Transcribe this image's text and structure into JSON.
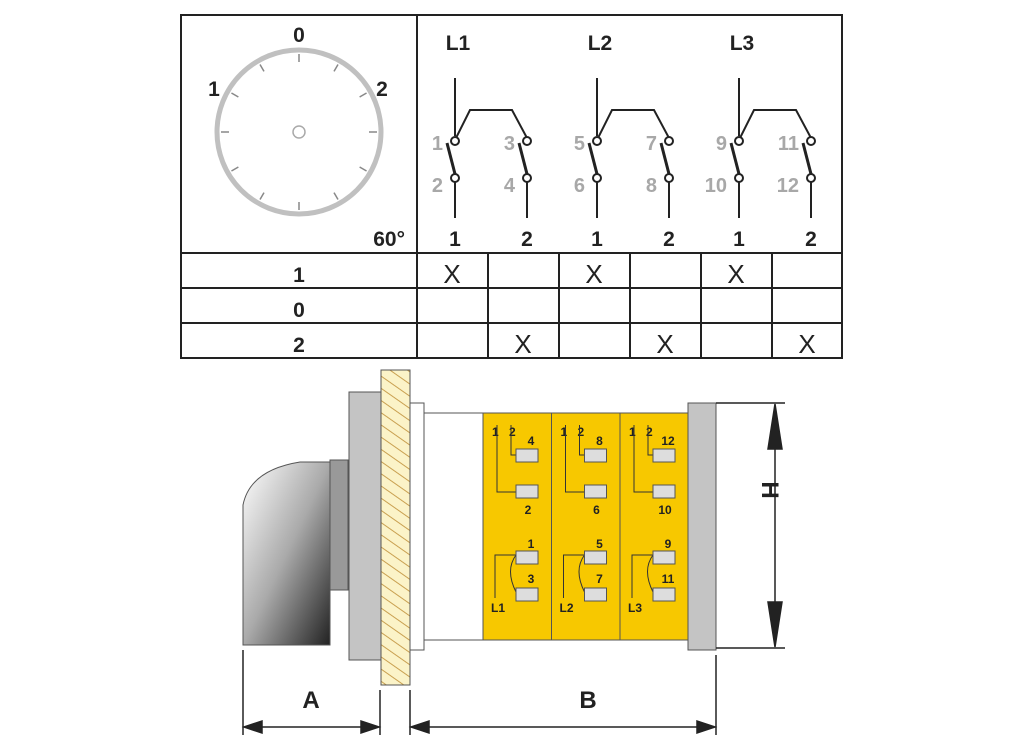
{
  "dial": {
    "pos_0": "0",
    "pos_1": "1",
    "pos_2": "2",
    "angle": "60°"
  },
  "phases": [
    {
      "label": "L1",
      "contacts": [
        "1",
        "2",
        "3",
        "4"
      ],
      "outputs": [
        "1",
        "2"
      ]
    },
    {
      "label": "L2",
      "contacts": [
        "5",
        "6",
        "7",
        "8"
      ],
      "outputs": [
        "1",
        "2"
      ]
    },
    {
      "label": "L3",
      "contacts": [
        "9",
        "10",
        "11",
        "12"
      ],
      "outputs": [
        "1",
        "2"
      ]
    }
  ],
  "rows": [
    {
      "position": "1",
      "cells": [
        "X",
        "",
        "X",
        "",
        "X",
        ""
      ]
    },
    {
      "position": "0",
      "cells": [
        "",
        "",
        "",
        "",
        "",
        ""
      ]
    },
    {
      "position": "2",
      "cells": [
        "",
        "X",
        "",
        "X",
        "",
        "X"
      ]
    }
  ],
  "modules": [
    {
      "line": "L1",
      "top": [
        "1",
        "2",
        "4",
        "2"
      ],
      "bottom": [
        "1",
        "3"
      ]
    },
    {
      "line": "L2",
      "top": [
        "1",
        "2",
        "8",
        "6"
      ],
      "bottom": [
        "5",
        "7"
      ]
    },
    {
      "line": "L3",
      "top": [
        "1",
        "2",
        "12",
        "10"
      ],
      "bottom": [
        "9",
        "11"
      ]
    }
  ],
  "dimensions": {
    "a": "A",
    "b": "B",
    "h": "H"
  },
  "colors": {
    "module": "#f7c800",
    "plate": "#fbf3c8",
    "gray": "#c4c4c4"
  }
}
